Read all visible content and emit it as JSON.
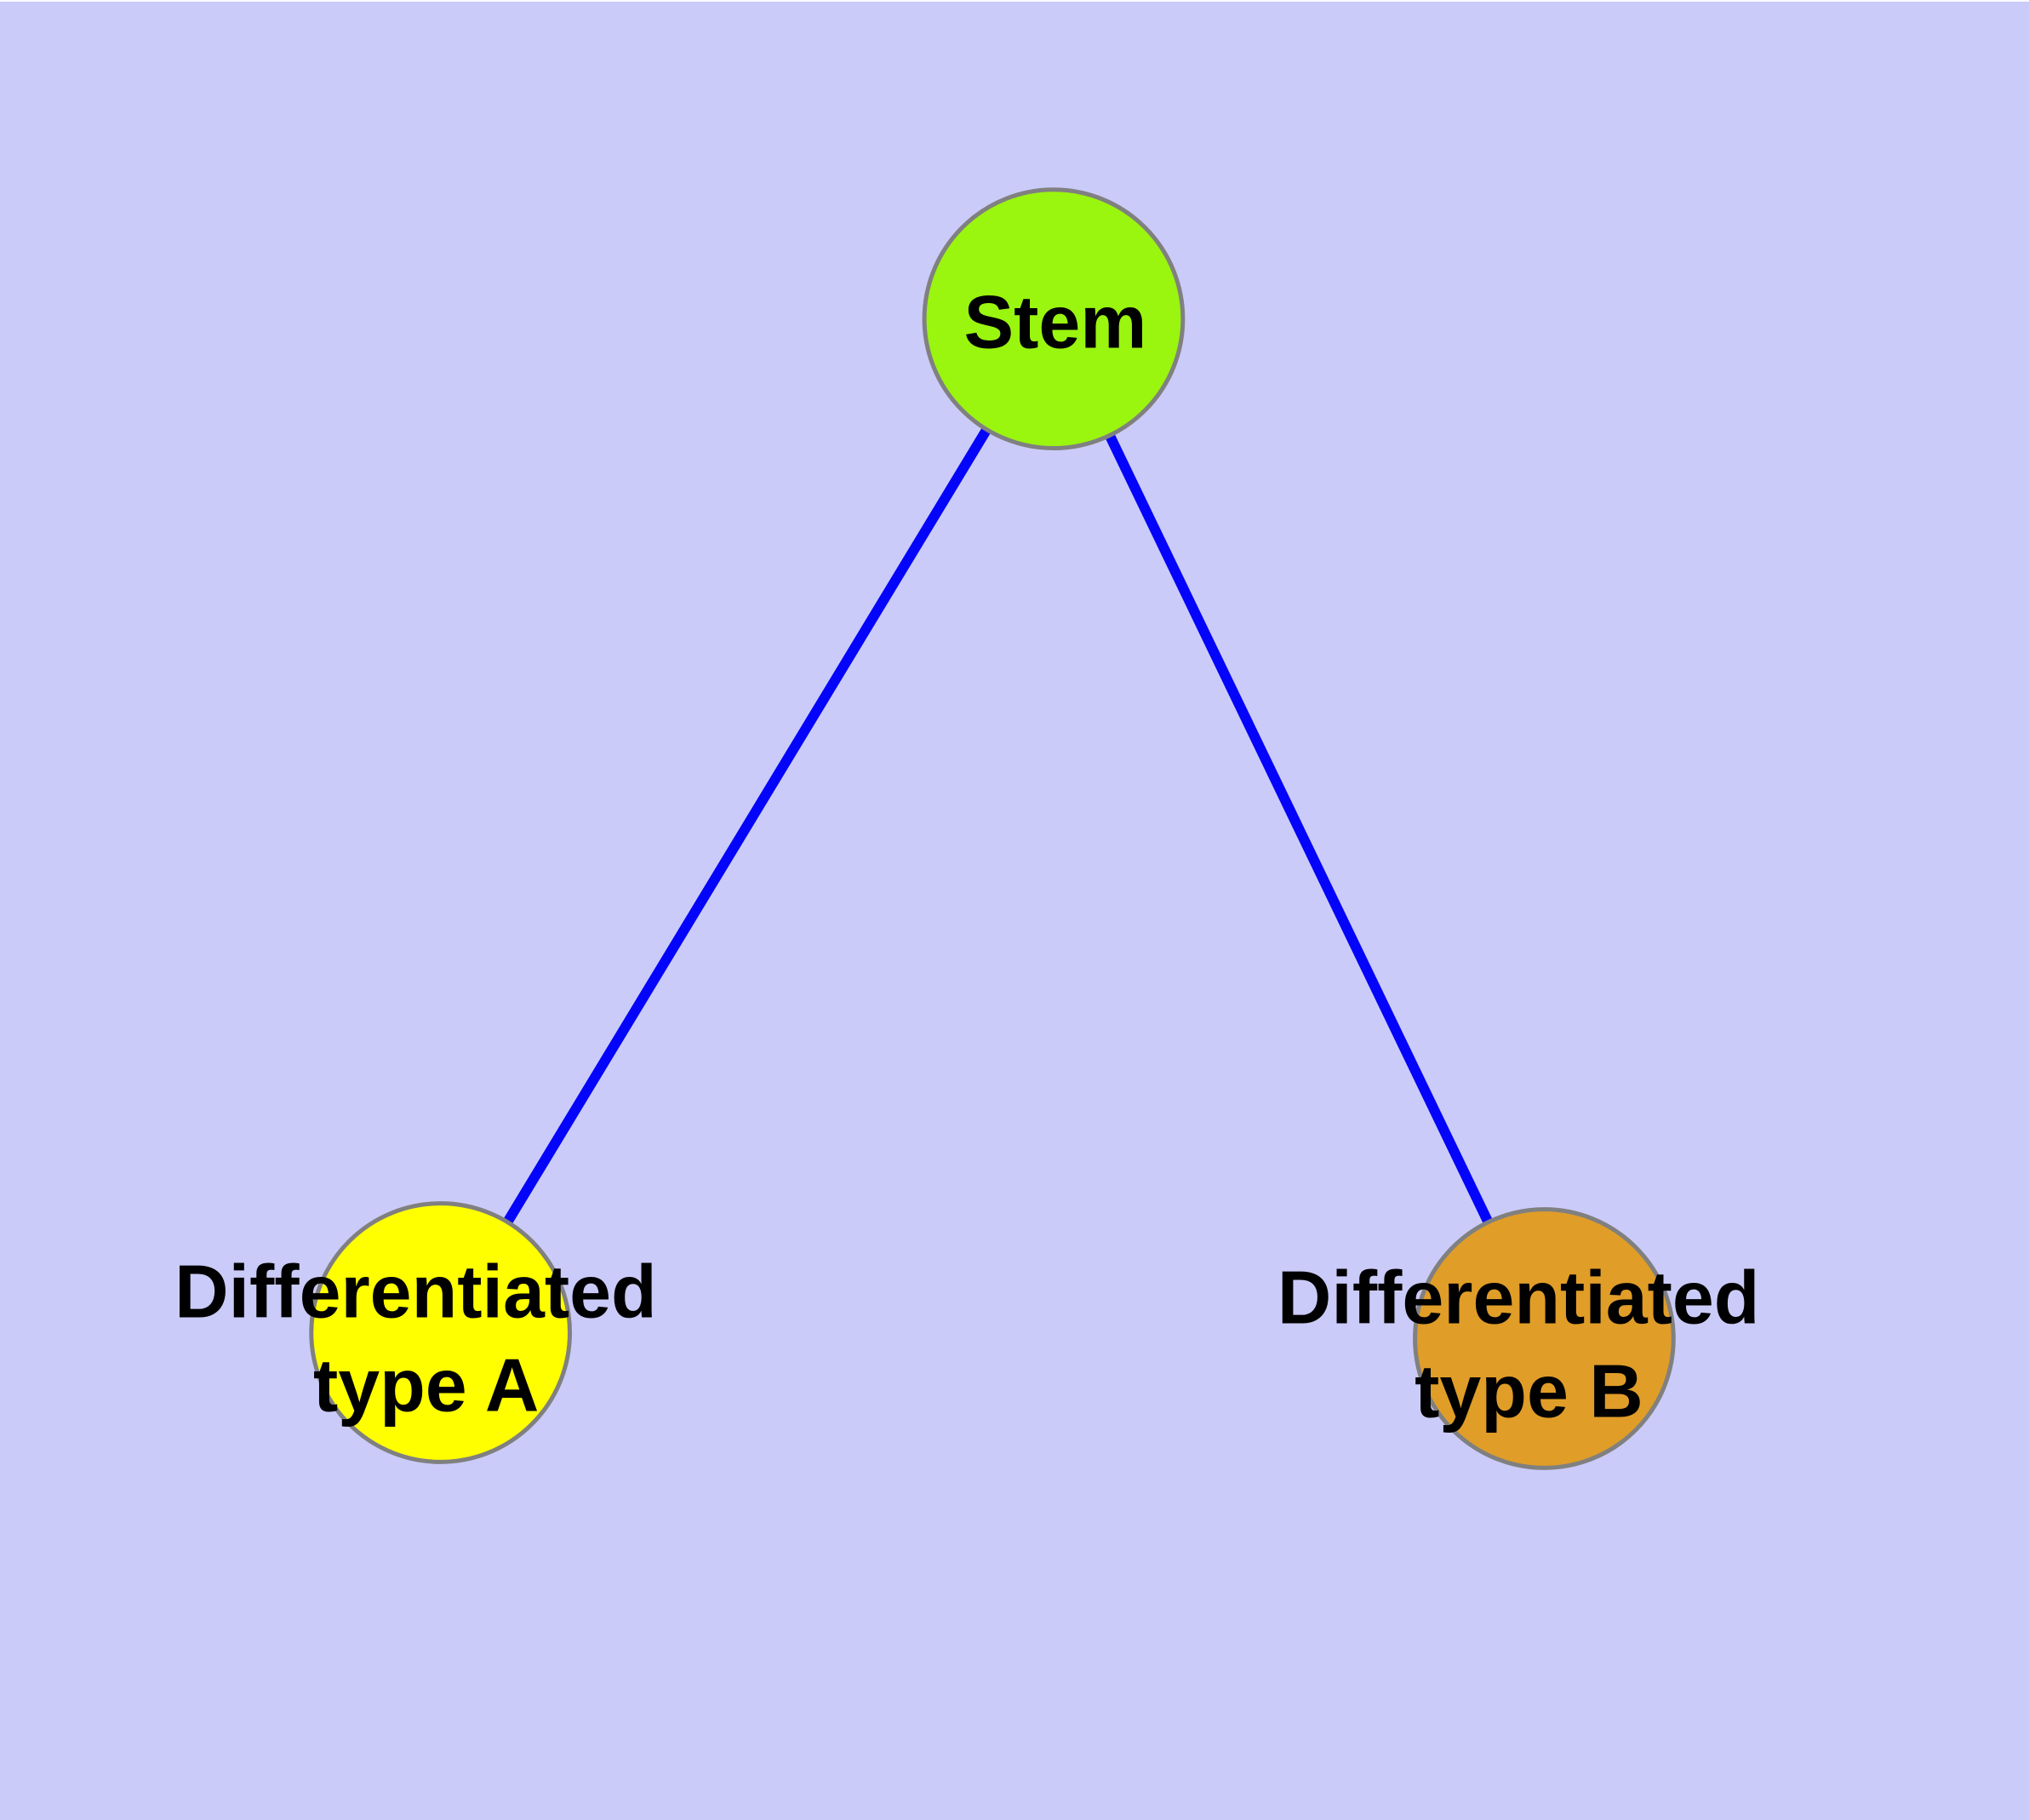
{
  "diagram": {
    "background_color": "#cbcbf9",
    "top_edge_color": "#fafaff",
    "edge_color": "#0404fa",
    "edge_width": 12,
    "node_border_color": "#808080",
    "node_border_width": 5,
    "label_color": "#000000",
    "nodes": [
      {
        "id": "stem",
        "label": "Stem",
        "lines": [
          "Stem"
        ],
        "fill": "#9af50f"
      },
      {
        "id": "differentiated-type-a",
        "label": "Differentiated type A",
        "lines": [
          "Differentiated",
          "type A"
        ],
        "fill": "#ffff00"
      },
      {
        "id": "differentiated-type-b",
        "label": "Differentiated type B",
        "lines": [
          "Differentiated",
          "type B"
        ],
        "fill": "#e09d28"
      }
    ],
    "edges": [
      {
        "from": "stem",
        "to": "differentiated-type-a"
      },
      {
        "from": "stem",
        "to": "differentiated-type-b"
      }
    ]
  }
}
